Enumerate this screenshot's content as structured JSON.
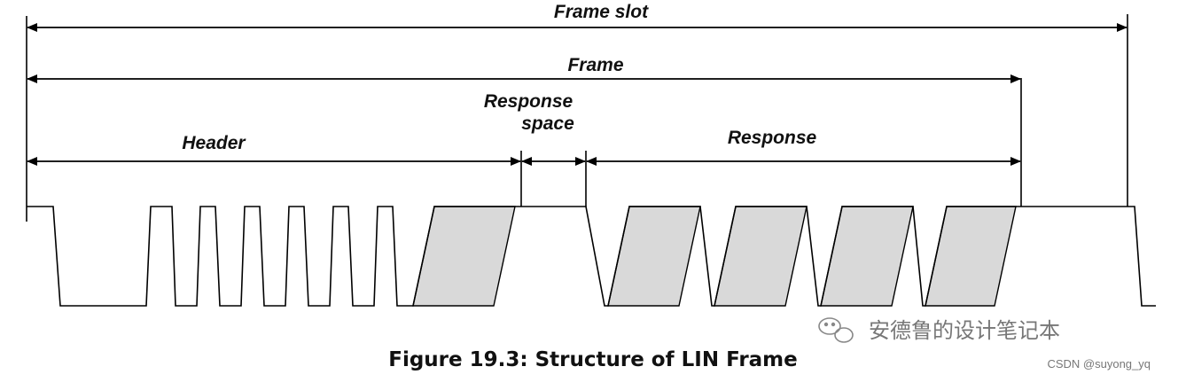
{
  "labels": {
    "frame_slot": "Frame slot",
    "frame": "Frame",
    "response_space_line1": "Response",
    "response_space_line2": "space",
    "header": "Header",
    "response": "Response"
  },
  "caption": "Figure 19.3:  Structure of LIN Frame",
  "watermark": "安德鲁的设计笔记本",
  "watermark_icon": "wechat-icon",
  "source": "CSDN @suyong_yq",
  "colors": {
    "line": "#000000",
    "byte_fill": "#d9d9d9",
    "text": "#111111"
  }
}
